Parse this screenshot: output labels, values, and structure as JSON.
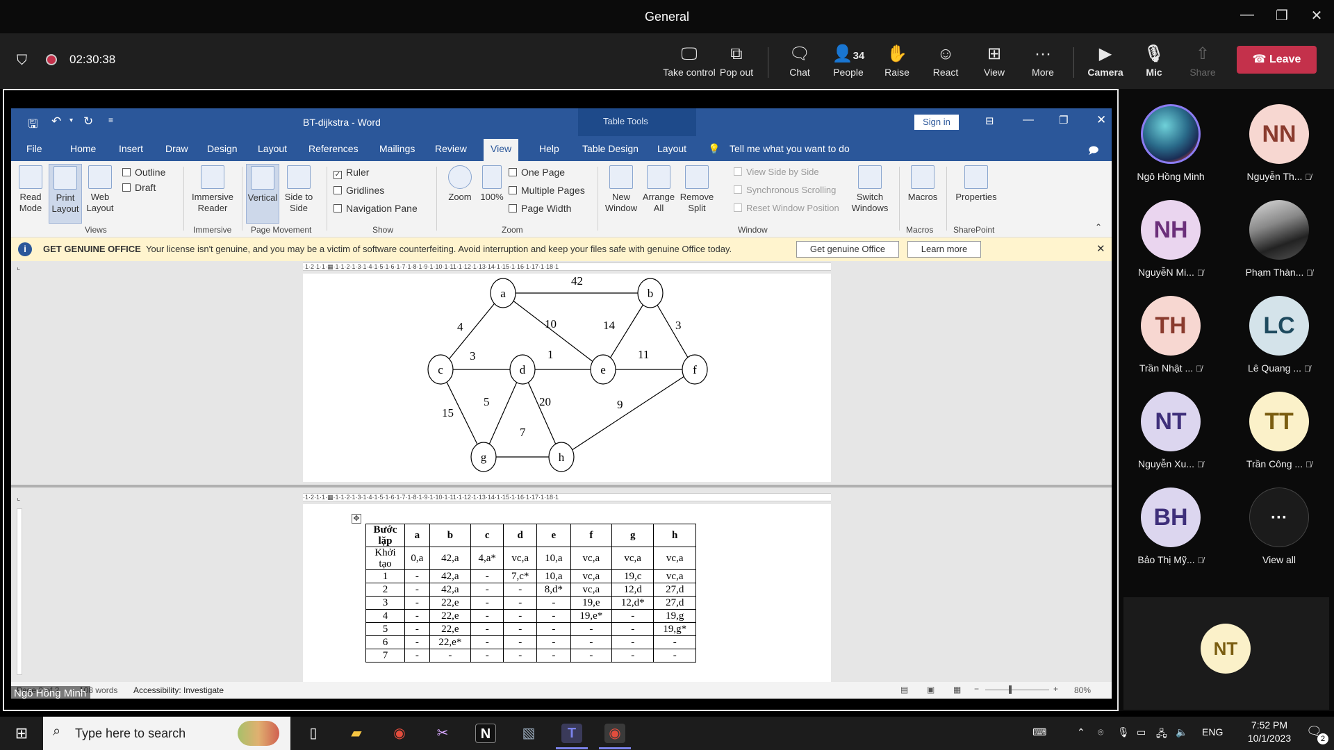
{
  "teams": {
    "window_title": "General",
    "timer": "02:30:38",
    "toolbar": [
      {
        "label": "Take control",
        "icon": "take-control-icon"
      },
      {
        "label": "Pop out",
        "icon": "pop-out-icon"
      },
      {
        "label": "Chat",
        "icon": "chat-icon"
      },
      {
        "label": "People",
        "icon": "people-icon",
        "count": "34"
      },
      {
        "label": "Raise",
        "icon": "raise-hand-icon"
      },
      {
        "label": "React",
        "icon": "react-icon"
      },
      {
        "label": "View",
        "icon": "view-icon"
      },
      {
        "label": "More",
        "icon": "more-icon"
      },
      {
        "label": "Camera",
        "icon": "camera-off-icon"
      },
      {
        "label": "Mic",
        "icon": "mic-off-icon"
      },
      {
        "label": "Share",
        "icon": "share-icon"
      }
    ],
    "leave_label": "Leave",
    "leave_color": "#c4314b",
    "presenter_name": "Ngô Hồng Minh",
    "participants": [
      {
        "initials": "",
        "name": "Ngô Hồng Minh",
        "muted": false
      },
      {
        "initials": "NN",
        "name": "Nguyễn Th...",
        "muted": true,
        "bg": "#f7d7d1",
        "fg": "#8a3b2e"
      },
      {
        "initials": "NH",
        "name": "NguyễN Mi...",
        "muted": true,
        "bg": "#ead5ef",
        "fg": "#6b2f7a"
      },
      {
        "initials": "",
        "name": "Phạm Thàn...",
        "muted": true
      },
      {
        "initials": "TH",
        "name": "Trần Nhật ...",
        "muted": true,
        "bg": "#f7d7d1",
        "fg": "#8a3b2e"
      },
      {
        "initials": "LC",
        "name": "Lê Quang ...",
        "muted": true,
        "bg": "#d4e3ea",
        "fg": "#1e4a5e"
      },
      {
        "initials": "NT",
        "name": "Nguyễn Xu...",
        "muted": true,
        "bg": "#dcd6ef",
        "fg": "#3e2f7a"
      },
      {
        "initials": "TT",
        "name": "Trần Công ...",
        "muted": true,
        "bg": "#fbf1c9",
        "fg": "#7a5d10"
      },
      {
        "initials": "BH",
        "name": "Bảo Thị Mỹ...",
        "muted": true,
        "bg": "#dcd6ef",
        "fg": "#3e2f7a"
      }
    ],
    "view_all_label": "View all",
    "self_initials": "NT"
  },
  "word": {
    "title": "BT-dijkstra  -  Word",
    "table_tools": "Table Tools",
    "sign_in": "Sign in",
    "tabs": [
      "File",
      "Home",
      "Insert",
      "Draw",
      "Design",
      "Layout",
      "References",
      "Mailings",
      "Review",
      "View",
      "Help",
      "Table Design",
      "Layout"
    ],
    "active_tab": "View",
    "tell_me": "Tell me what you want to do",
    "ribbon": {
      "read_mode": "Read Mode",
      "print_layout": "Print Layout",
      "web_layout": "Web Layout",
      "outline": "Outline",
      "draft": "Draft",
      "views_group": "Views",
      "immersive_reader": "Immersive Reader",
      "immersive_group": "Immersive",
      "vertical": "Vertical",
      "side_to_side": "Side to Side",
      "page_movement_group": "Page Movement",
      "ruler": "Ruler",
      "gridlines": "Gridlines",
      "navigation_pane": "Navigation Pane",
      "show_group": "Show",
      "zoom": "Zoom",
      "zoom_100": "100%",
      "one_page": "One Page",
      "multiple_pages": "Multiple Pages",
      "page_width": "Page Width",
      "zoom_group": "Zoom",
      "new_window": "New Window",
      "arrange_all": "Arrange All",
      "remove_split": "Remove Split",
      "view_side_by_side": "View Side by Side",
      "sync_scrolling": "Synchronous Scrolling",
      "reset_window_position": "Reset Window Position",
      "switch_windows": "Switch Windows",
      "window_group": "Window",
      "macros": "Macros",
      "macros_group": "Macros",
      "properties": "Properties",
      "sharepoint_group": "SharePoint"
    },
    "info_bar": {
      "title": "GET GENUINE OFFICE",
      "message": "Your license isn't genuine, and you may be a victim of software counterfeiting. Avoid interruption and keep your files safe with genuine Office today.",
      "btn_genuine": "Get genuine Office",
      "btn_learn": "Learn more"
    },
    "ruler_text": "·1·2·1·1·▦·1·1·2·1·3·1·4·1·5·1·6·1·7·1·8·1·9·1·10·1·11·1·12·1·13·14·1·15·1·16·1·17·1·18·1",
    "graph": {
      "nodes": [
        "a",
        "b",
        "c",
        "d",
        "e",
        "f",
        "g",
        "h"
      ],
      "edge_labels": [
        "42",
        "4",
        "10",
        "14",
        "3",
        "3",
        "1",
        "11",
        "5",
        "20",
        "9",
        "15",
        "7"
      ]
    },
    "table": {
      "header": [
        "Bước lặp",
        "a",
        "b",
        "c",
        "d",
        "e",
        "f",
        "g",
        "h"
      ],
      "rows": [
        [
          "Khởi tạo",
          "0,a",
          "42,a",
          "4,a*",
          "vc,a",
          "10,a",
          "vc,a",
          "vc,a",
          "vc,a"
        ],
        [
          "1",
          "-",
          "42,a",
          "-",
          "7,c*",
          "10,a",
          "vc,a",
          "19,c",
          "vc,a"
        ],
        [
          "2",
          "-",
          "42,a",
          "-",
          "-",
          "8,d*",
          "vc,a",
          "12,d",
          "27,d"
        ],
        [
          "3",
          "-",
          "22,e",
          "-",
          "-",
          "-",
          "19,e",
          "12,d*",
          "27,d"
        ],
        [
          "4",
          "-",
          "22,e",
          "-",
          "-",
          "-",
          "19,e*",
          "-",
          "19,g"
        ],
        [
          "5",
          "-",
          "22,e",
          "-",
          "-",
          "-",
          "-",
          "-",
          "19,g*"
        ],
        [
          "6",
          "-",
          "22,e*",
          "-",
          "-",
          "-",
          "-",
          "-",
          "-"
        ],
        [
          "7",
          "-",
          "-",
          "-",
          "-",
          "-",
          "-",
          "-",
          "-"
        ]
      ]
    },
    "status": {
      "page": "Page 2 of 2",
      "words": "108 words",
      "accessibility": "Accessibility: Investigate",
      "zoom": "80%"
    }
  },
  "taskbar": {
    "search_placeholder": "Type here to search",
    "language": "ENG",
    "time": "7:52 PM",
    "date": "10/1/2023",
    "notifications": "2"
  }
}
